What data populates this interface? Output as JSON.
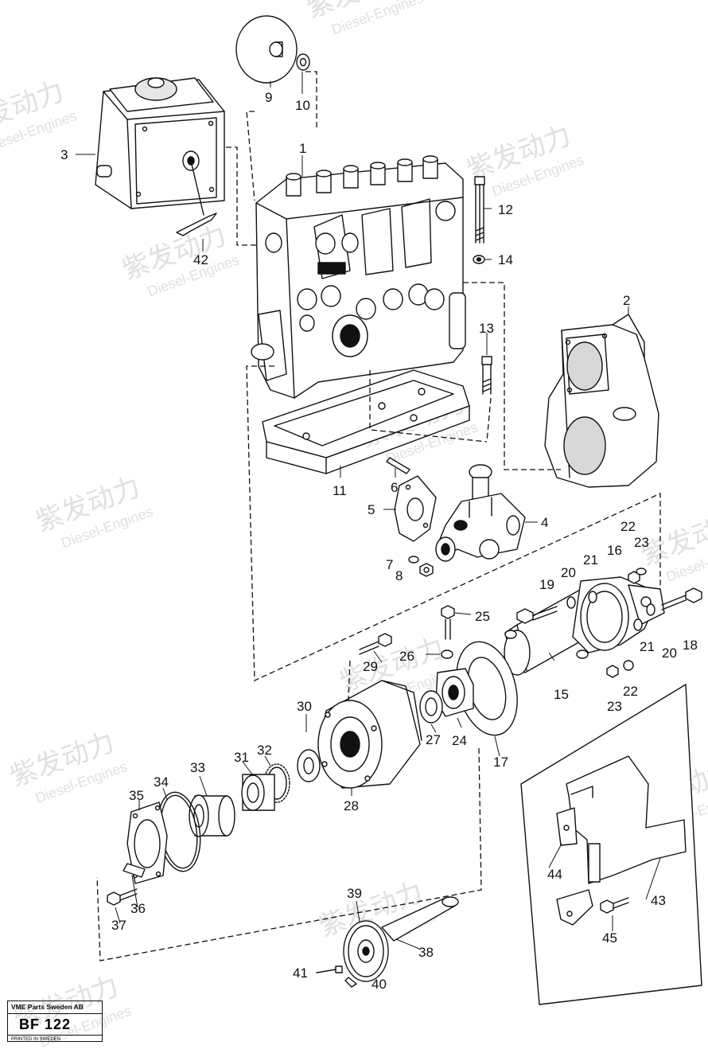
{
  "watermark": {
    "cn": "紫发动力",
    "en": "Diesel-Engines"
  },
  "stamp": {
    "company": "VME Parts Sweden AB",
    "code": "BF 122",
    "printed": "PRINTED IN SWEDEN"
  },
  "labels": {
    "l1": "1",
    "l2": "2",
    "l3": "3",
    "l4": "4",
    "l5": "5",
    "l6": "6",
    "l7": "7",
    "l8": "8",
    "l9": "9",
    "l10": "10",
    "l11": "11",
    "l12": "12",
    "l13": "13",
    "l14": "14",
    "l15": "15",
    "l16": "16",
    "l17": "17",
    "l18": "18",
    "l19": "19",
    "l20a": "20",
    "l20b": "20",
    "l21a": "21",
    "l21b": "21",
    "l22a": "22",
    "l22b": "22",
    "l23a": "23",
    "l23b": "23",
    "l24": "24",
    "l25": "25",
    "l26": "26",
    "l27": "27",
    "l28": "28",
    "l29": "29",
    "l30": "30",
    "l31": "31",
    "l32": "32",
    "l33": "33",
    "l34": "34",
    "l35": "35",
    "l36": "36",
    "l37": "37",
    "l38": "38",
    "l39": "39",
    "l40": "40",
    "l41": "41",
    "l42": "42",
    "l43": "43",
    "l44": "44",
    "l45": "45"
  },
  "colors": {
    "line": "#111111",
    "fill": "#ffffff",
    "shade": "#dcdcdc",
    "watermark": "#c8c8c8"
  }
}
